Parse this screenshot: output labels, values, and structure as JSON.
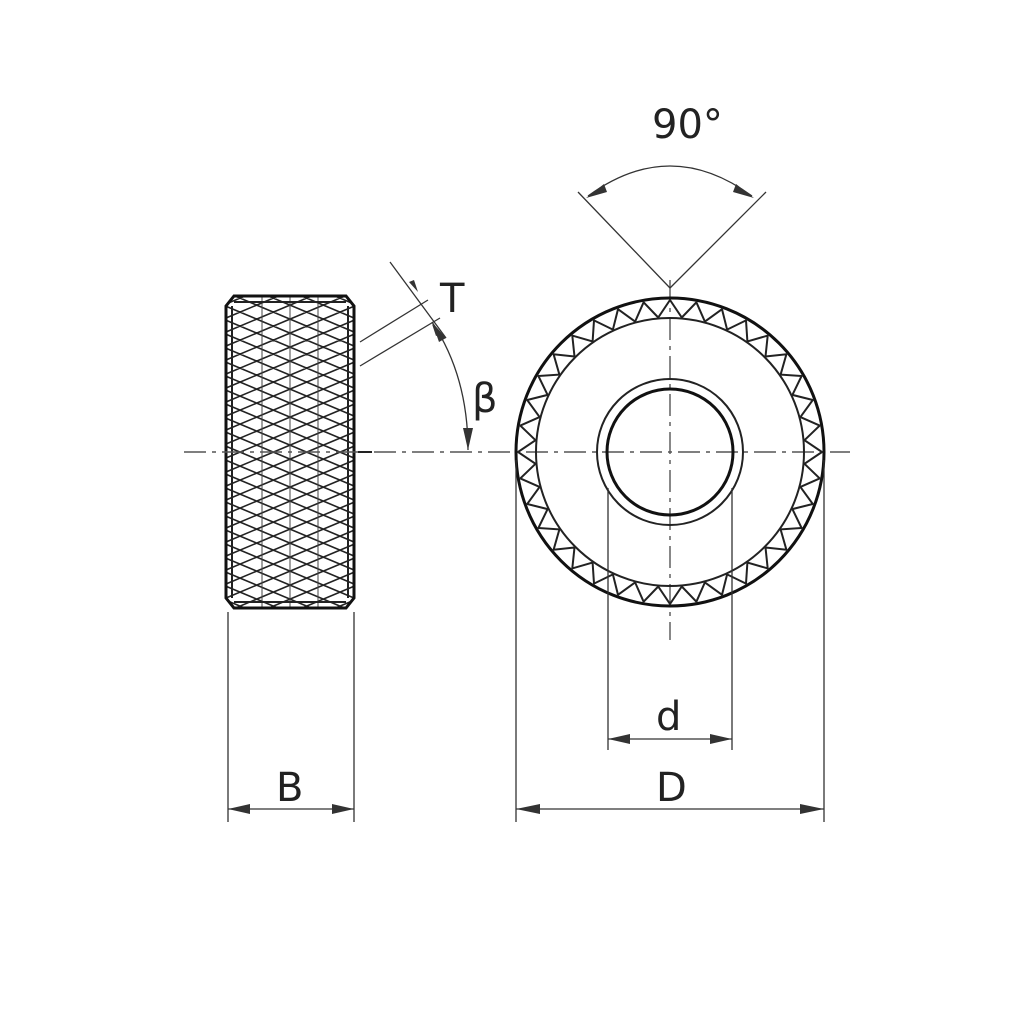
{
  "labels": {
    "angle_90": "90°",
    "pitch": "T",
    "helix_angle": "β",
    "width": "B",
    "bore": "d",
    "outer_diameter": "D"
  },
  "colors": {
    "line": "#222222",
    "background": "#ffffff"
  },
  "knurl": {
    "pattern": "diamond-cross",
    "tooth_count": 36
  }
}
